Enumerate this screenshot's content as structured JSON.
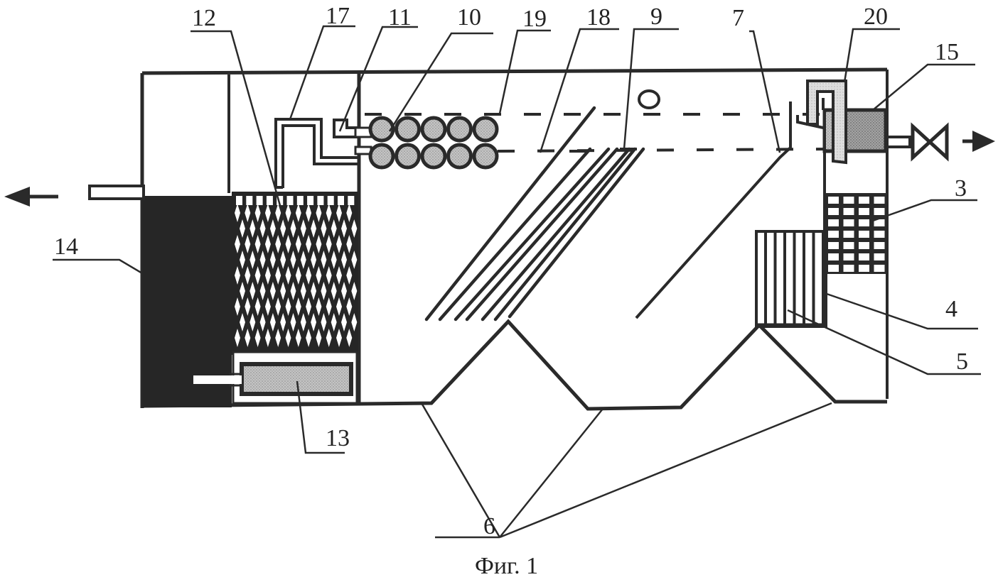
{
  "figure": {
    "caption": "Фиг. 1",
    "colors": {
      "ink": "#2a2a2a",
      "fill_gray": "#b8b8b8",
      "fill_dark": "#8e8e8e",
      "fill_light": "#d6d6d6",
      "paper": "#ffffff"
    }
  },
  "labels": {
    "l12": "12",
    "l17": "17",
    "l11": "11",
    "l10": "10",
    "l19": "19",
    "l18": "18",
    "l9": "9",
    "l7": "7",
    "l20": "20",
    "l15": "15",
    "l3": "3",
    "l4": "4",
    "l5": "5",
    "l14": "14",
    "l13": "13",
    "l6": "6"
  },
  "arrows": {
    "outlet_left": "arrow-left-icon",
    "outlet_right": "arrow-right-icon",
    "valve": "valve-icon"
  }
}
